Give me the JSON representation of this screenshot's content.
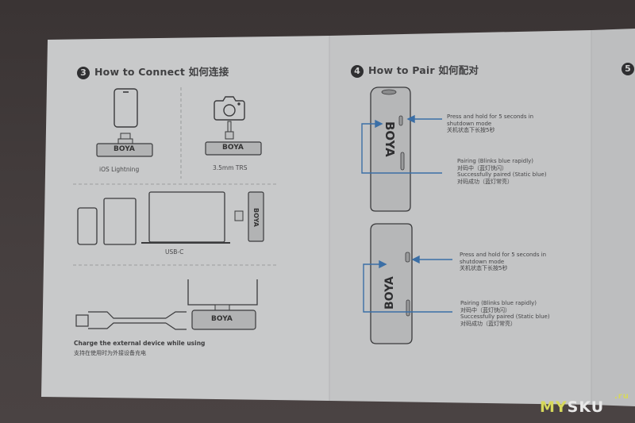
{
  "page": {
    "background_color": "#3e3838",
    "paper_color": "#c9cacb",
    "accent_color": "#3b6fa6",
    "ink_color": "#3f3f41"
  },
  "section3": {
    "number": "3",
    "title": "How to Connect 如何连接",
    "items": [
      {
        "label": "iOS Lightning",
        "device": "phone-icon",
        "brand": "BOYA"
      },
      {
        "label": "3.5mm TRS",
        "device": "camera-icon",
        "brand": "BOYA"
      },
      {
        "label": "USB-C",
        "device": "phone-tablet-laptop-icon",
        "brand": "BOYA"
      }
    ],
    "charge_note_en": "Charge the external device while using",
    "charge_note_cn": "支持在使用时为外接设备充电",
    "charge_brand": "BOYA"
  },
  "section4": {
    "number": "4",
    "title": "How to Pair 如何配对",
    "devices": [
      {
        "brand": "BOYA",
        "press_en": "Press and hold for 5 seconds in shutdown mode",
        "press_cn": "关机状态下长按5秒",
        "pairing_en": "Pairing (Blinks blue rapidly)",
        "pairing_cn": "对码中（蓝灯快闪）",
        "paired_en": "Successfully paired (Static blue)",
        "paired_cn": "对码成功（蓝灯常亮）"
      },
      {
        "brand": "BOYA",
        "press_en": "Press and hold for 5 seconds in shutdown mode",
        "press_cn": "关机状态下长按5秒",
        "pairing_en": "Pairing (Blinks blue rapidly)",
        "pairing_cn": "对码中（蓝灯快闪）",
        "paired_en": "Successfully paired (Static blue)",
        "paired_cn": "对码成功（蓝灯常亮）"
      }
    ]
  },
  "section5": {
    "number": "5"
  },
  "watermark": {
    "part1": "MY",
    "part2": "SKU",
    "suffix": ".ru"
  }
}
